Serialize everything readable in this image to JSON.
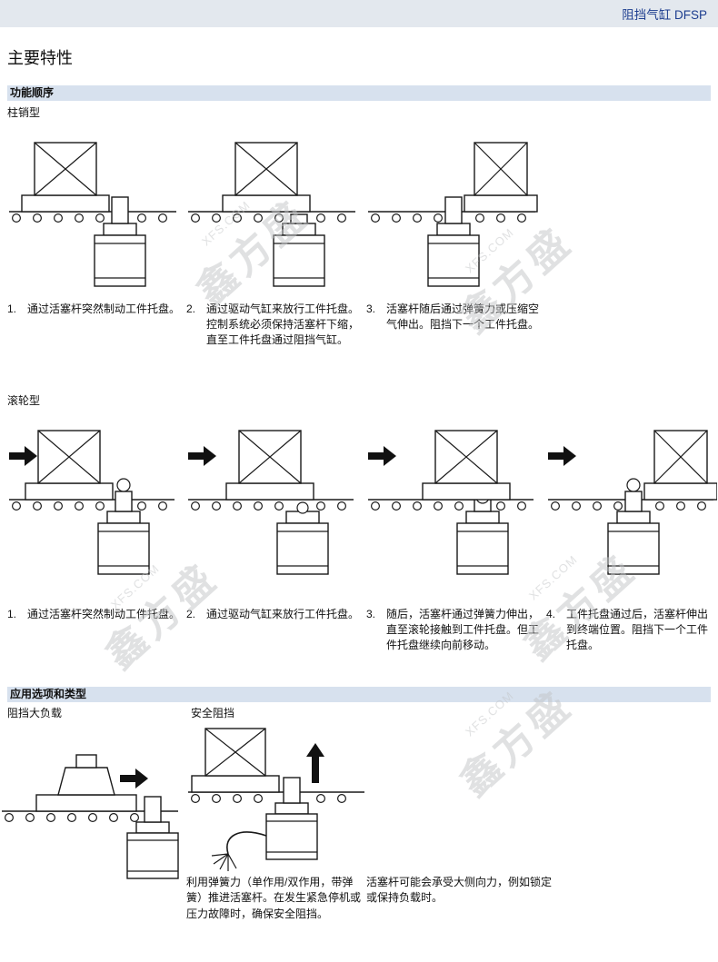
{
  "header": {
    "title": "阻挡气缸 DFSP"
  },
  "page": {
    "title": "主要特性"
  },
  "function_sequence": {
    "title": "功能顺序",
    "pin_type": {
      "title": "柱销型",
      "steps": [
        {
          "num": "1.",
          "text": "通过活塞杆突然制动工件托盘。"
        },
        {
          "num": "2.",
          "text": "通过驱动气缸来放行工件托盘。\n控制系统必须保持活塞杆下缩，直至工件托盘通过阻挡气缸。"
        },
        {
          "num": "3.",
          "text": "活塞杆随后通过弹簧力或压缩空气伸出。阻挡下一个工件托盘。"
        }
      ]
    },
    "roller_type": {
      "title": "滚轮型",
      "steps": [
        {
          "num": "1.",
          "text": "通过活塞杆突然制动工件托盘。"
        },
        {
          "num": "2.",
          "text": "通过驱动气缸来放行工件托盘。"
        },
        {
          "num": "3.",
          "text": "随后，活塞杆通过弹簧力伸出，直至滚轮接触到工件托盘。但工件托盘继续向前移动。"
        },
        {
          "num": "4.",
          "text": "工件托盘通过后，活塞杆伸出到终端位置。阻挡下一个工件托盘。"
        }
      ]
    }
  },
  "applications": {
    "title": "应用选项和类型",
    "heavy_load_label": "阻挡大负载",
    "safety_label": "安全阻挡",
    "spring_note": "利用弹簧力（单作用/双作用，带弹簧）推进活塞杆。在发生紧急停机或压力故障时，确保安全阻挡。",
    "side_force_note": "活塞杆可能会承受大侧向力，例如锁定或保持负载时。"
  },
  "watermark": {
    "brand": "XFS.COM",
    "name": "鑫方盛"
  }
}
